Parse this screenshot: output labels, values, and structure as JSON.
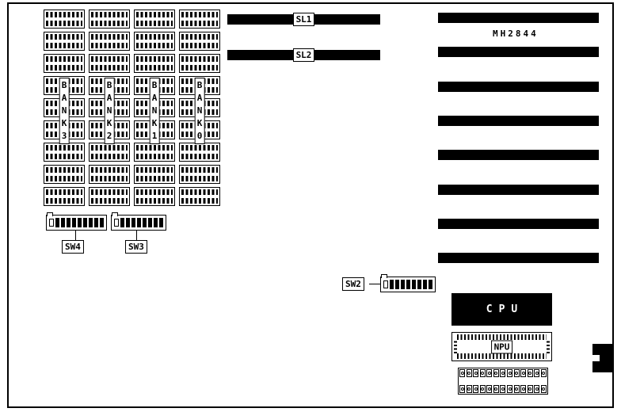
{
  "board": {
    "model_label": "MH2844",
    "colors": {
      "ink": "#000000",
      "paper": "#ffffff"
    }
  },
  "memory": {
    "chips_per_bank": 9,
    "banks": [
      {
        "label": "BANK3"
      },
      {
        "label": "BANK2"
      },
      {
        "label": "BANK1"
      },
      {
        "label": "BANK0"
      }
    ]
  },
  "top_slots": [
    {
      "label": "SL1"
    },
    {
      "label": "SL2"
    }
  ],
  "expansion_slots": {
    "count": 8
  },
  "switches": {
    "sw4": {
      "label": "SW4",
      "positions": 9
    },
    "sw3": {
      "label": "SW3",
      "positions": 8
    },
    "sw2": {
      "label": "SW2",
      "positions": 8
    }
  },
  "cpu": {
    "label": "CPU"
  },
  "npu": {
    "label": "NPU"
  },
  "bottom_connector": {
    "rows": 2,
    "pins_per_row": 13
  }
}
